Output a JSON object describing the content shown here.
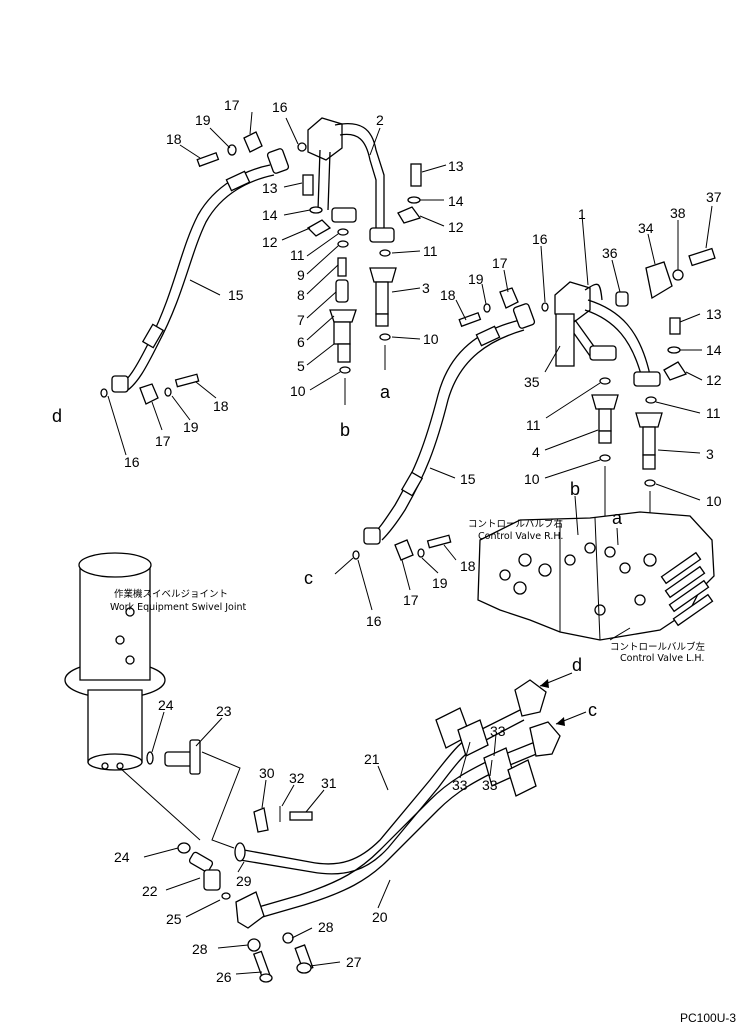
{
  "drawing_code": "PC100U-3",
  "captions": {
    "control_valve_rh_jp": "コントロールバルブ右",
    "control_valve_rh_en": "Control Valve R.H.",
    "control_valve_lh_jp": "コントロールバルブ左",
    "control_valve_lh_en": "Control Valve L.H.",
    "swivel_joint_jp": "作業機スイベルジョイント",
    "swivel_joint_en": "Work Equipment Swivel Joint"
  },
  "connection_letters": {
    "a": "a",
    "b": "b",
    "c": "c",
    "d": "d"
  },
  "part_numbers": [
    "1",
    "2",
    "3",
    "4",
    "5",
    "6",
    "7",
    "8",
    "9",
    "10",
    "11",
    "12",
    "13",
    "14",
    "15",
    "16",
    "17",
    "18",
    "19",
    "20",
    "21",
    "22",
    "23",
    "24",
    "25",
    "26",
    "27",
    "28",
    "29",
    "30",
    "31",
    "32",
    "33",
    "34",
    "35",
    "36",
    "37",
    "38"
  ]
}
